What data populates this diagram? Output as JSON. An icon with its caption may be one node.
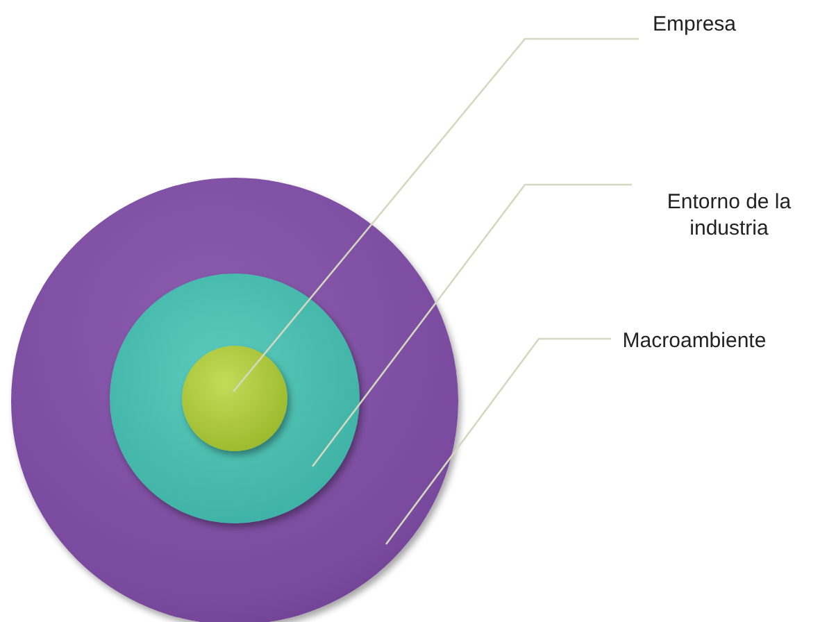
{
  "diagram": {
    "nodes": [
      {
        "text": [
          "Empresa"
        ]
      },
      {
        "text": [
          "Entorno de la industria"
        ]
      },
      {
        "text": [
          "Macroambiente"
        ]
      },
      {
        "text": [],
        "shape": "circle"
      },
      {
        "text": [],
        "shape": "circle",
        "in": 3
      },
      {
        "text": [],
        "shape": "circle",
        "in": 4
      }
    ],
    "edges": [
      {
        "from": 0,
        "to": 5,
        "arrow": "none"
      },
      {
        "from": 1,
        "to": 4,
        "arrow": "none"
      },
      {
        "from": 2,
        "to": 3,
        "arrow": "none"
      }
    ]
  }
}
